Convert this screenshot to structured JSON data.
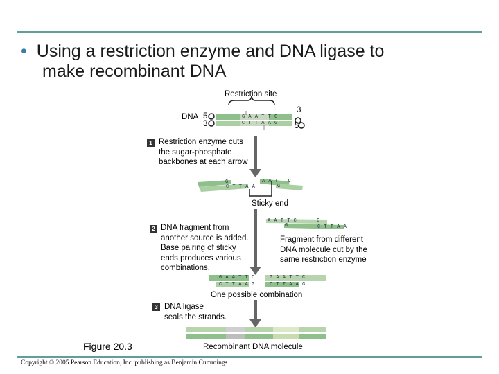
{
  "slide": {
    "bullet": "•",
    "title_line1": "Using a restriction enzyme and DNA ligase to",
    "title_line2": "make recombinant DNA"
  },
  "diagram": {
    "restriction_site_label": "Restriction site",
    "dna_label": "DNA",
    "five_prime_left": "5",
    "three_prime_left": "3",
    "three_prime_right": "3",
    "five_prime_right": "5",
    "site_top": "G A A T T C",
    "site_bottom": "C T T A A G",
    "step1_num": "1",
    "step1_text": [
      "Restriction enzyme cuts",
      "the sugar-phosphate",
      "backbones at each arrow"
    ],
    "frag_left_top": "G",
    "frag_left_bottom": "C T T A A",
    "frag_right_top": "A A T T C",
    "frag_right_bottom": "G",
    "sticky_end_label": "Sticky end",
    "step2_num": "2",
    "step2_text": [
      "DNA fragment from",
      "another source is added.",
      "Base pairing of sticky",
      "ends produces various",
      "combinations."
    ],
    "other_top_left": "A A T T C",
    "other_top_right": "G",
    "other_bottom_left": "G",
    "other_bottom_right": "C T T A A",
    "fragment_other_text": [
      "Fragment from different",
      "DNA molecule cut by the",
      "same restriction enzyme"
    ],
    "combo_left_top": "G A A T T C",
    "combo_left_bottom": "C T T A A G",
    "combo_right_top": "G A A T T C",
    "combo_right_bottom": "C T T A A G",
    "combination_label": "One possible combination",
    "step3_num": "3",
    "step3_text": [
      "DNA ligase",
      "seals the strands."
    ],
    "recombinant_label": "Recombinant DNA molecule"
  },
  "footer": {
    "figure": "Figure 20.3",
    "copyright": "Copyright © 2005 Pearson Education, Inc. publishing as Benjamin Cummings"
  }
}
